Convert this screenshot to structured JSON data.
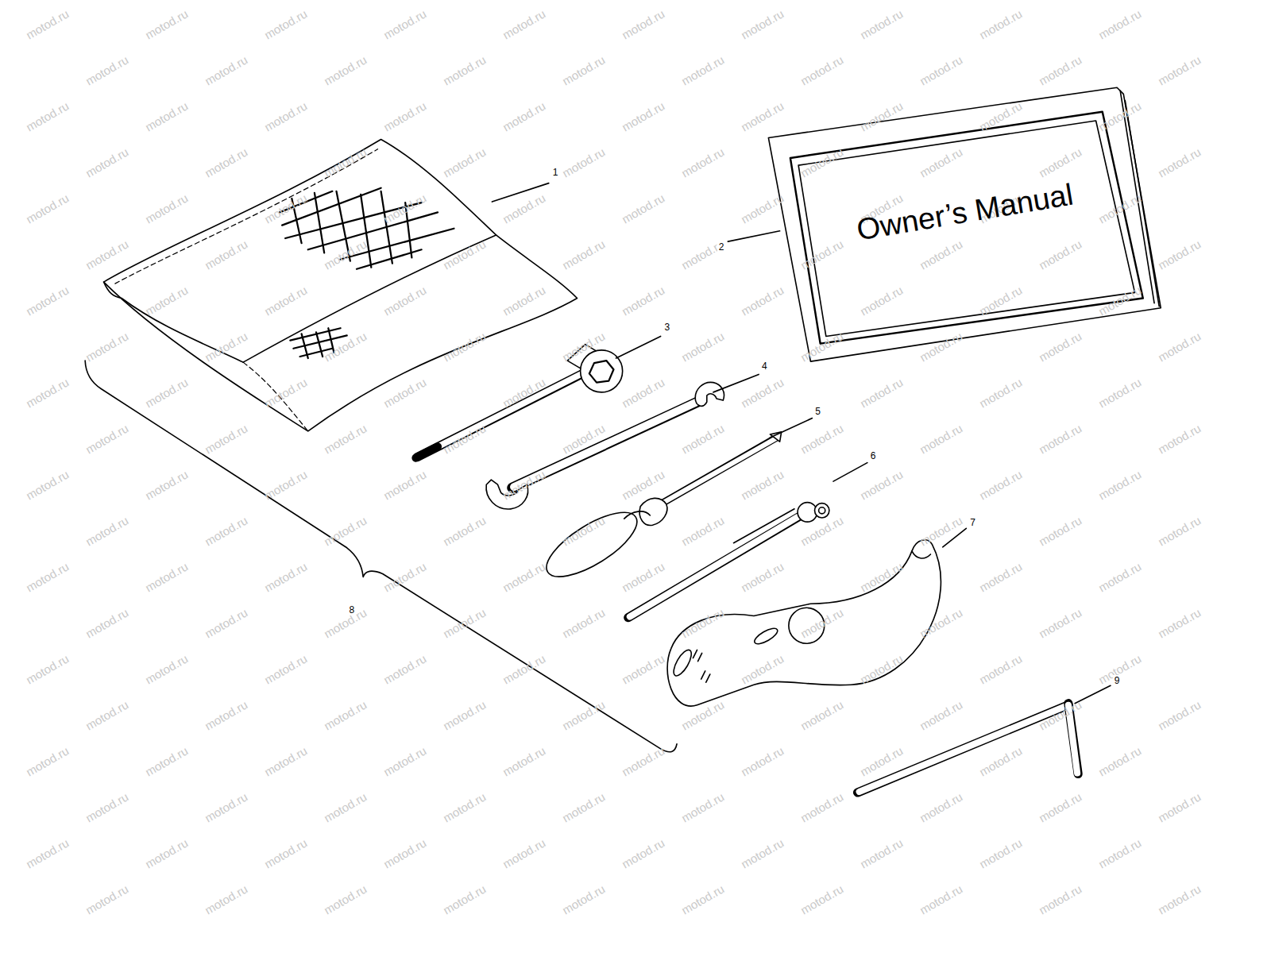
{
  "diagram": {
    "nodes": [
      {
        "text": [
          "Owner’s Manual"
        ]
      }
    ],
    "labels": [
      "1",
      "2",
      "3",
      "4",
      "5",
      "6",
      "7",
      "8",
      "9",
      "motod.ru",
      "motod.ru",
      "motod.ru",
      "motod.ru",
      "motod.ru",
      "motod.ru",
      "motod.ru",
      "motod.ru",
      "motod.ru",
      "motod.ru",
      "motod.ru",
      "motod.ru",
      "motod.ru",
      "motod.ru",
      "motod.ru",
      "motod.ru",
      "motod.ru",
      "motod.ru",
      "motod.ru",
      "motod.ru",
      "motod.ru",
      "motod.ru",
      "motod.ru",
      "motod.ru",
      "motod.ru",
      "motod.ru",
      "motod.ru",
      "motod.ru",
      "motod.ru",
      "motod.ru",
      "motod.ru",
      "motod.ru",
      "motod.ru",
      "motod.ru",
      "motod.ru",
      "motod.ru",
      "motod.ru",
      "motod.ru",
      "motod.ru",
      "motod.ru",
      "motod.ru",
      "motod.ru",
      "motod.ru",
      "motod.ru",
      "motod.ru",
      "motod.ru",
      "motod.ru",
      "motod.ru",
      "motod.ru",
      "motod.ru",
      "motod.ru",
      "motod.ru",
      "motod.ru",
      "motod.ru",
      "motod.ru",
      "motod.ru",
      "motod.ru",
      "motod.ru",
      "motod.ru",
      "motod.ru",
      "motod.ru",
      "motod.ru",
      "motod.ru",
      "motod.ru",
      "motod.ru",
      "motod.ru",
      "motod.ru",
      "motod.ru",
      "motod.ru",
      "motod.ru",
      "motod.ru",
      "motod.ru",
      "motod.ru",
      "motod.ru",
      "motod.ru",
      "motod.ru",
      "motod.ru",
      "motod.ru",
      "motod.ru",
      "motod.ru",
      "motod.ru",
      "motod.ru",
      "motod.ru",
      "motod.ru",
      "motod.ru",
      "motod.ru",
      "motod.ru",
      "motod.ru",
      "motod.ru",
      "motod.ru",
      "motod.ru",
      "motod.ru",
      "motod.ru",
      "motod.ru",
      "motod.ru",
      "motod.ru",
      "motod.ru",
      "motod.ru",
      "motod.ru",
      "motod.ru",
      "motod.ru",
      "motod.ru",
      "motod.ru",
      "motod.ru",
      "motod.ru",
      "motod.ru",
      "motod.ru",
      "motod.ru",
      "motod.ru",
      "motod.ru",
      "motod.ru",
      "motod.ru",
      "motod.ru",
      "motod.ru",
      "motod.ru",
      "motod.ru",
      "motod.ru",
      "motod.ru",
      "motod.ru",
      "motod.ru",
      "motod.ru",
      "motod.ru",
      "motod.ru",
      "motod.ru",
      "motod.ru",
      "motod.ru",
      "motod.ru",
      "motod.ru",
      "motod.ru",
      "motod.ru",
      "motod.ru",
      "motod.ru",
      "motod.ru",
      "motod.ru",
      "motod.ru",
      "motod.ru",
      "motod.ru",
      "motod.ru",
      "motod.ru",
      "motod.ru",
      "motod.ru",
      "motod.ru",
      "motod.ru",
      "motod.ru",
      "motod.ru",
      "motod.ru",
      "motod.ru",
      "motod.ru",
      "motod.ru",
      "motod.ru",
      "motod.ru",
      "motod.ru",
      "motod.ru",
      "motod.ru",
      "motod.ru",
      "motod.ru",
      "motod.ru",
      "motod.ru",
      "motod.ru",
      "motod.ru",
      "motod.ru",
      "motod.ru",
      "motod.ru",
      "motod.ru",
      "motod.ru",
      "motod.ru",
      "motod.ru",
      "motod.ru",
      "motod.ru",
      "motod.ru",
      "motod.ru",
      "motod.ru",
      "motod.ru",
      "motod.ru",
      "motod.ru",
      "motod.ru",
      "motod.ru",
      "motod.ru",
      "motod.ru",
      "motod.ru",
      "motod.ru",
      "motod.ru",
      "motod.ru",
      "motod.ru",
      "motod.ru",
      "motod.ru",
      "motod.ru",
      "motod.ru",
      "motod.ru",
      "motod.ru",
      "motod.ru",
      "motod.ru",
      "motod.ru",
      "motod.ru",
      "motod.ru",
      "motod.ru",
      "motod.ru",
      "motod.ru",
      "motod.ru",
      "motod.ru"
    ]
  }
}
